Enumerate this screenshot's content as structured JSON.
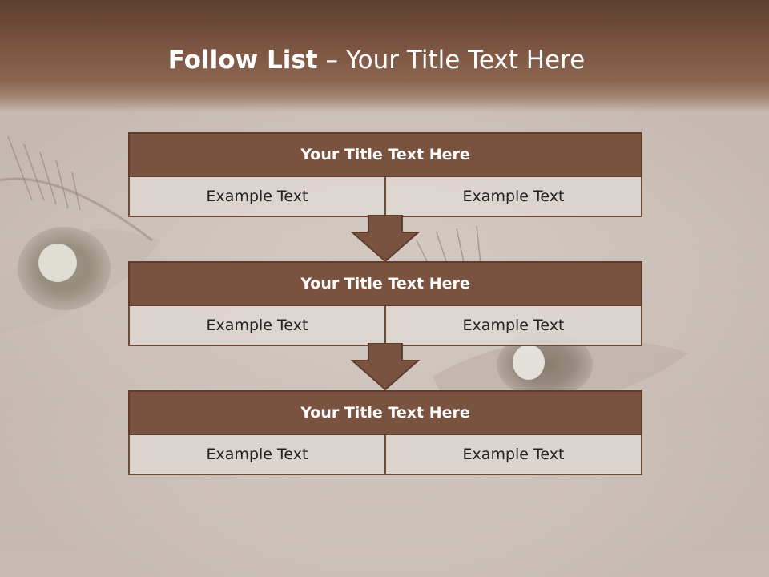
{
  "slide": {
    "title_bold": "Follow List",
    "title_rest": " – Your Title Text Here"
  },
  "blocks": [
    {
      "title": "Your Title Text Here",
      "left": "Example Text",
      "right": "Example Text"
    },
    {
      "title": "Your Title Text Here",
      "left": "Example Text",
      "right": "Example Text"
    },
    {
      "title": "Your Title Text Here",
      "left": "Example Text",
      "right": "Example Text"
    }
  ],
  "colors": {
    "header_brown": "#7a5240",
    "cell_fill": "#ded6d0",
    "arrow_brown": "#7a5240"
  }
}
